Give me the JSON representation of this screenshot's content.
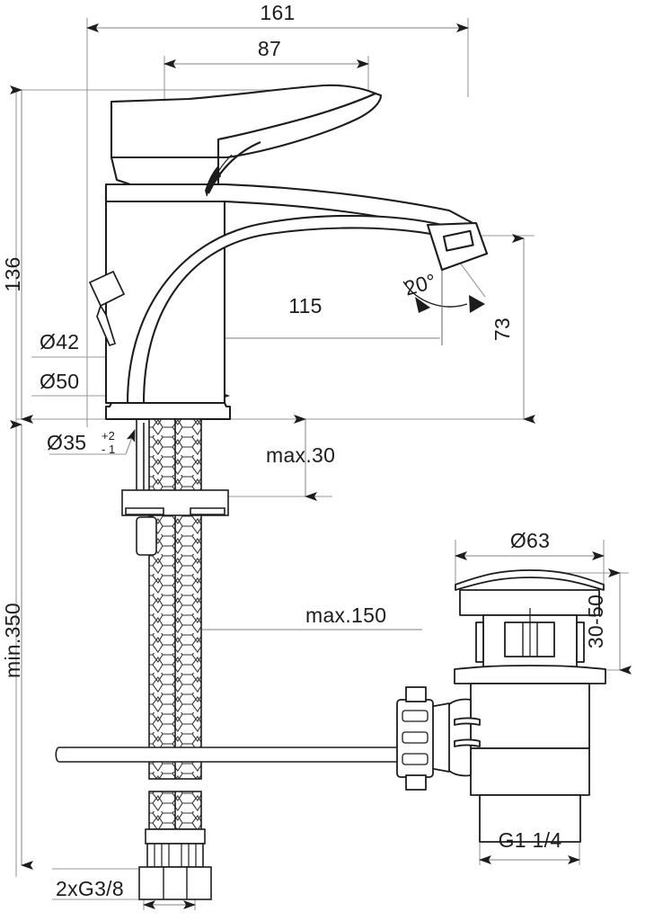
{
  "drawing": {
    "type": "technical-dimension-drawing",
    "subject": "single-lever basin mixer tap with pop-up waste",
    "units": "mm",
    "line_color": "#1d1d1d",
    "dimension_line_color": "#8c8c8c",
    "background": "#ffffff"
  },
  "dimensions": {
    "overall_width": "161",
    "lever_width": "87",
    "height_to_lever_top": "136",
    "spout_reach": "115",
    "spout_height": "73",
    "spout_angle": "20°",
    "body_upper_dia": "Ø42",
    "body_base_dia": "Ø50",
    "mount_hole_dia": "Ø35",
    "mount_hole_tol_plus": "+2",
    "mount_hole_tol_minus": "- 1",
    "max_deck_thickness": "max.30",
    "min_hose_length": "min.350",
    "max_rod_length": "max.150",
    "waste_flange_dia": "Ø63",
    "waste_depth_range": "30-50",
    "supply_thread": "2xG3/8",
    "waste_thread": "G1 1/4"
  },
  "labels": [
    {
      "id": "dim-161",
      "text": "161"
    },
    {
      "id": "dim-87",
      "text": "87"
    },
    {
      "id": "dim-136",
      "text": "136"
    },
    {
      "id": "dim-115",
      "text": "115"
    },
    {
      "id": "dim-73",
      "text": "73"
    },
    {
      "id": "dim-20deg",
      "text": "20°"
    },
    {
      "id": "dim-d42",
      "text": "Ø42"
    },
    {
      "id": "dim-d50",
      "text": "Ø50"
    },
    {
      "id": "dim-d35",
      "text": "Ø35"
    },
    {
      "id": "dim-max30",
      "text": "max.30"
    },
    {
      "id": "dim-min350",
      "text": "min.350"
    },
    {
      "id": "dim-max150",
      "text": "max.150"
    },
    {
      "id": "dim-d63",
      "text": "Ø63"
    },
    {
      "id": "dim-3050",
      "text": "30-50"
    },
    {
      "id": "dim-g38",
      "text": "2xG3/8"
    },
    {
      "id": "dim-g114",
      "text": "G1 1/4"
    }
  ]
}
